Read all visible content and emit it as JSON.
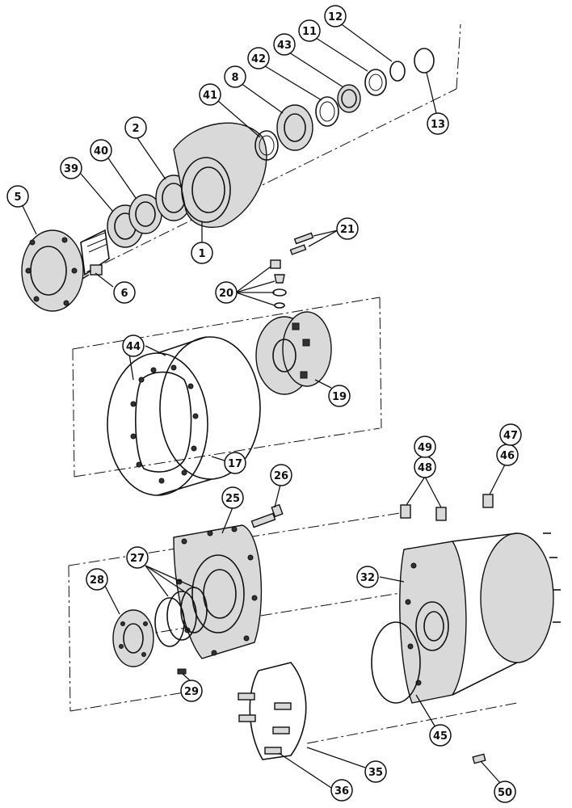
{
  "diagram": {
    "callouts": [
      {
        "id": "c1",
        "label": "1"
      },
      {
        "id": "c2",
        "label": "2"
      },
      {
        "id": "c5",
        "label": "5"
      },
      {
        "id": "c6",
        "label": "6"
      },
      {
        "id": "c8",
        "label": "8"
      },
      {
        "id": "c11",
        "label": "11"
      },
      {
        "id": "c12",
        "label": "12"
      },
      {
        "id": "c13",
        "label": "13"
      },
      {
        "id": "c17",
        "label": "17"
      },
      {
        "id": "c19",
        "label": "19"
      },
      {
        "id": "c20",
        "label": "20"
      },
      {
        "id": "c21",
        "label": "21"
      },
      {
        "id": "c25",
        "label": "25"
      },
      {
        "id": "c26",
        "label": "26"
      },
      {
        "id": "c27",
        "label": "27"
      },
      {
        "id": "c28",
        "label": "28"
      },
      {
        "id": "c29",
        "label": "29"
      },
      {
        "id": "c32",
        "label": "32"
      },
      {
        "id": "c35",
        "label": "35"
      },
      {
        "id": "c36",
        "label": "36"
      },
      {
        "id": "c39",
        "label": "39"
      },
      {
        "id": "c40",
        "label": "40"
      },
      {
        "id": "c41",
        "label": "41"
      },
      {
        "id": "c42",
        "label": "42"
      },
      {
        "id": "c43",
        "label": "43"
      },
      {
        "id": "c44",
        "label": "44"
      },
      {
        "id": "c45",
        "label": "45"
      },
      {
        "id": "c46",
        "label": "46"
      },
      {
        "id": "c47",
        "label": "47"
      },
      {
        "id": "c48",
        "label": "48"
      },
      {
        "id": "c49",
        "label": "49"
      },
      {
        "id": "c50",
        "label": "50"
      }
    ]
  }
}
